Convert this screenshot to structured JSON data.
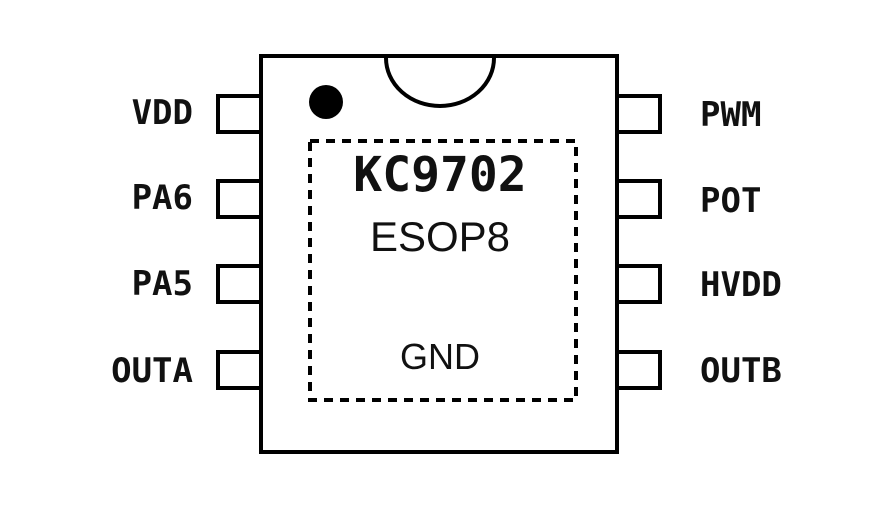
{
  "chip": {
    "part_number": "KC9702",
    "package": "ESOP8",
    "exposed_pad": "GND"
  },
  "pins_left": [
    "VDD",
    "PA6",
    "PA5",
    "OUTA"
  ],
  "pins_right": [
    "PWM",
    "POT",
    "HVDD",
    "OUTB"
  ],
  "colors": {
    "outline": "#000000",
    "background": "#ffffff",
    "text": "#111111"
  }
}
